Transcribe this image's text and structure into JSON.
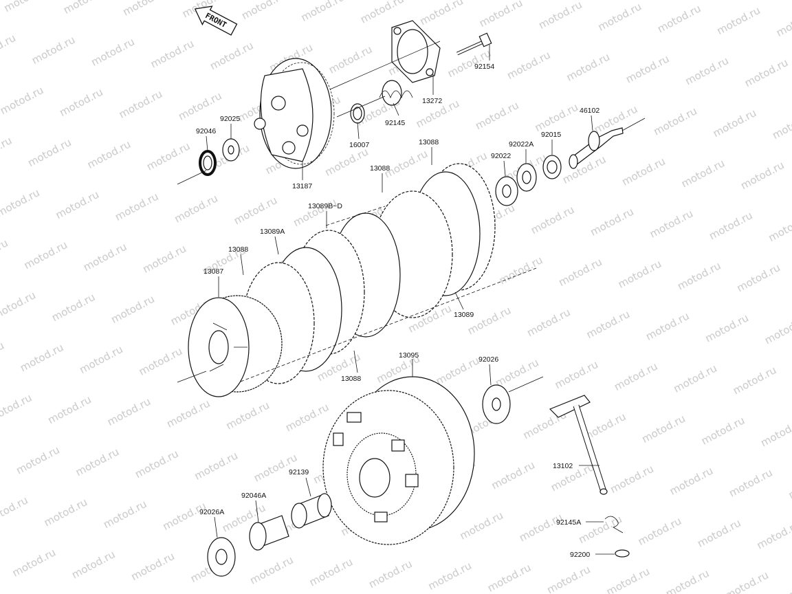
{
  "watermark": {
    "text": "motod.ru",
    "color": "#c9c9c9"
  },
  "front_arrow": {
    "text": "FRONT",
    "icon": "front-direction-arrow-icon"
  },
  "labels": {
    "p92154": "92154",
    "p13272": "13272",
    "p92145": "92145",
    "p16007": "16007",
    "p92025": "92025",
    "p92046": "92046",
    "p13187": "13187",
    "p46102": "46102",
    "p92015": "92015",
    "p92022A": "92022A",
    "p92022": "92022",
    "p13088_top": "13088",
    "p13088_mid": "13088",
    "p13089B_D": "13089B~D",
    "p13089A": "13089A",
    "p13088_left": "13088",
    "p13087": "13087",
    "p13089": "13089",
    "p13088_bottom": "13088",
    "p13095": "13095",
    "p92026": "92026",
    "p13102": "13102",
    "p92139": "92139",
    "p92046A": "92046A",
    "p92026A": "92026A",
    "p92145A": "92145A",
    "p92200": "92200"
  }
}
